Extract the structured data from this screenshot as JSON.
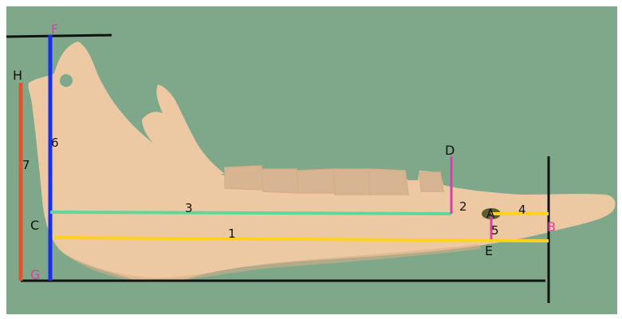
{
  "colors": {
    "background": "#7fa88b",
    "bone": "#ecc9a3",
    "bone_shadow": "#d9ad86",
    "tooth": "#d7b593",
    "black": "#111111",
    "blue": "#1a2ef0",
    "red": "#e5532e",
    "green": "#5fd79a",
    "yellow": "#ffd21f",
    "magenta": "#d83fa8",
    "olive": "#5a5d2c"
  },
  "labels": {
    "F": "F",
    "H": "H",
    "G": "G",
    "C": "C",
    "D": "D",
    "A": "A",
    "B": "B",
    "E": "E",
    "n1": "1",
    "n2": "2",
    "n3": "3",
    "n4": "4",
    "n5": "5",
    "n6": "6",
    "n7": "7"
  }
}
